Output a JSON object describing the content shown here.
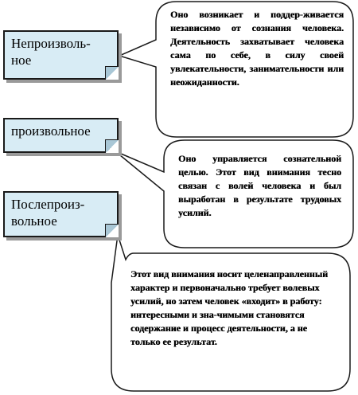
{
  "labels": {
    "involuntary": "Непроизволь-ное",
    "voluntary": "произвольное",
    "post_voluntary": "Послепроиз-вольное"
  },
  "callouts": {
    "involuntary": "Оно возникает и поддер-живается независимо от сознания человека. Деятельность захватывает человека сама по себе, в силу своей увлекательности, занимательности или неожиданности.",
    "voluntary": "Оно управляется сознательной целью. Этот вид внимания тесно связан с волей человека и был выработан в результате трудовых усилий.",
    "post_voluntary": "Этот вид внимания носит целенаправленный характер и первоначально требует волевых усилий, но затем человек «входит» в работу: интересными и зна-чимыми становятся содержание и процесс деятельности, а не только ее результат."
  },
  "colors": {
    "label_fill": "#d8ecf5",
    "outline": "#1a1a1a"
  }
}
